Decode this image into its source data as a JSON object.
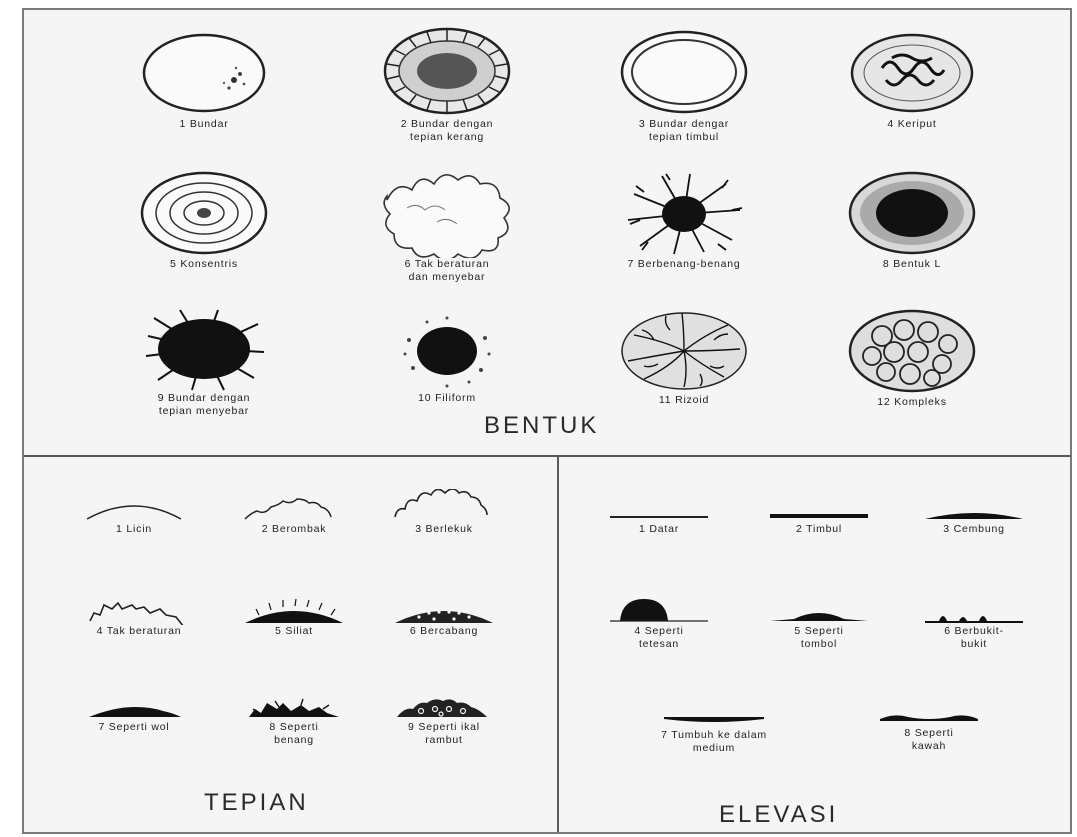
{
  "bentuk": {
    "title": "BENTUK",
    "items": [
      {
        "label": "1  Bundar",
        "icon": "circular-colony-icon"
      },
      {
        "label": "2  Bundar dengan\ntepian kerang",
        "icon": "scalloped-colony-icon"
      },
      {
        "label": "3  Bundar dengar\ntepian timbul",
        "icon": "raised-margin-colony-icon"
      },
      {
        "label": "4  Keriput",
        "icon": "wrinkled-colony-icon"
      },
      {
        "label": "5  Konsentris",
        "icon": "concentric-colony-icon"
      },
      {
        "label": "6  Tak beraturan\ndan menyebar",
        "icon": "irregular-spreading-colony-icon"
      },
      {
        "label": "7  Berbenang-benang",
        "icon": "filamentous-colony-icon"
      },
      {
        "label": "8  Bentuk L",
        "icon": "l-form-colony-icon"
      },
      {
        "label": "9  Bundar dengan\ntepian menyebar",
        "icon": "spreading-edge-colony-icon"
      },
      {
        "label": "10  Filiform",
        "icon": "filiform-colony-icon"
      },
      {
        "label": "11  Rizoid",
        "icon": "rhizoid-colony-icon"
      },
      {
        "label": "12  Kompleks",
        "icon": "complex-colony-icon"
      }
    ]
  },
  "tepian": {
    "title": "TEPIAN",
    "items": [
      {
        "label": "1  Licin",
        "icon": "smooth-edge-icon"
      },
      {
        "label": "2  Berombak",
        "icon": "undulate-edge-icon"
      },
      {
        "label": "3  Berlekuk",
        "icon": "lobate-edge-icon"
      },
      {
        "label": "4  Tak beraturan",
        "icon": "irregular-edge-icon"
      },
      {
        "label": "5  Siliat",
        "icon": "ciliate-edge-icon"
      },
      {
        "label": "6  Bercabang",
        "icon": "branching-edge-icon"
      },
      {
        "label": "7  Seperti wol",
        "icon": "woolly-edge-icon"
      },
      {
        "label": "8  Seperti\nbenang",
        "icon": "threadlike-edge-icon"
      },
      {
        "label": "9  Seperti ikal\nrambut",
        "icon": "curled-hair-edge-icon"
      }
    ]
  },
  "elevasi": {
    "title": "ELEVASI",
    "items": [
      {
        "label": "1  Datar",
        "icon": "flat-elevation-icon"
      },
      {
        "label": "2  Timbul",
        "icon": "raised-elevation-icon"
      },
      {
        "label": "3  Cembung",
        "icon": "convex-elevation-icon"
      },
      {
        "label": "4  Seperti\ntetesan",
        "icon": "drop-like-elevation-icon"
      },
      {
        "label": "5  Seperti\ntombol",
        "icon": "umbonate-elevation-icon"
      },
      {
        "label": "6  Berbukit-\nbukit",
        "icon": "hilly-elevation-icon"
      },
      {
        "label": "7  Tumbuh ke dalam\nmedium",
        "icon": "ingrowing-elevation-icon"
      },
      {
        "label": "8  Seperti\nkawah",
        "icon": "crateriform-elevation-icon"
      }
    ]
  }
}
